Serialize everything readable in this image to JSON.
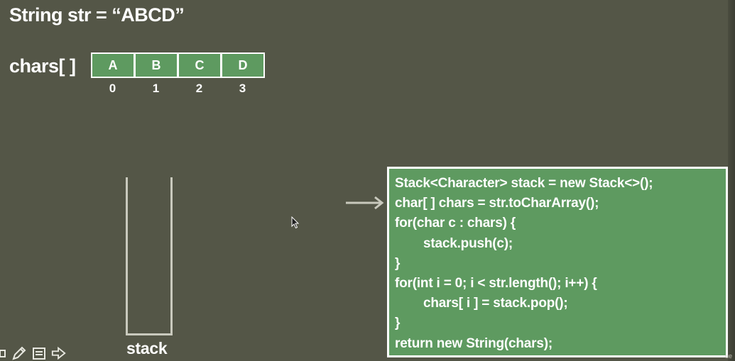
{
  "title": "String str = “ABCD”",
  "array": {
    "label": "chars[ ]",
    "cells": [
      {
        "value": "A",
        "index": "0"
      },
      {
        "value": "B",
        "index": "1"
      },
      {
        "value": "C",
        "index": "2"
      },
      {
        "value": "D",
        "index": "3"
      }
    ]
  },
  "stack": {
    "label": "stack"
  },
  "code": {
    "lines": [
      {
        "text": "Stack<Character> stack = new Stack<>();",
        "indent": false
      },
      {
        "text": "char[ ] chars = str.toCharArray();",
        "indent": false
      },
      {
        "text": "for(char c : chars) {",
        "indent": false
      },
      {
        "text": "stack.push(c);",
        "indent": true
      },
      {
        "text": "}",
        "indent": false
      },
      {
        "text": "for(int i = 0; i < str.length(); i++) {",
        "indent": false
      },
      {
        "text": "chars[ i ] = stack.pop();",
        "indent": true
      },
      {
        "text": "}",
        "indent": false
      },
      {
        "text": "return new String(chars);",
        "indent": false
      }
    ]
  },
  "toolbar": {
    "icons": [
      "square-icon",
      "pen-icon",
      "notes-icon",
      "next-arrow-icon"
    ]
  },
  "watermark": "ue"
}
